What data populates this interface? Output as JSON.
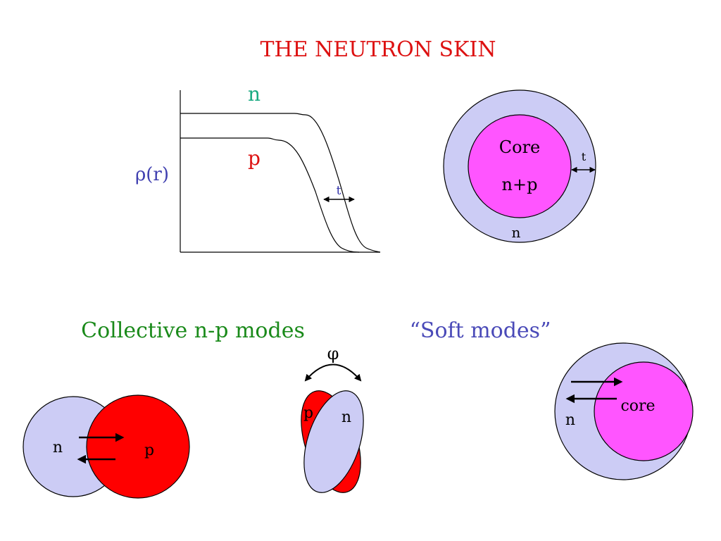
{
  "title": "THE NEUTRON SKIN",
  "density_plot": {
    "ylabel": "ρ(r)",
    "neutron_label": "n",
    "proton_label": "p",
    "skin_label": "t"
  },
  "nucleus": {
    "core_label": "Core",
    "core_composition": "n+p",
    "skin_label": "t",
    "outer_label": "n"
  },
  "collective": {
    "heading": "Collective n-p modes",
    "dipole_neutron": "n",
    "dipole_proton": "p",
    "scissors_angle": "φ",
    "scissors_proton": "p",
    "scissors_neutron": "n"
  },
  "soft": {
    "heading": "“Soft modes”",
    "core_label": "core",
    "skin_label": "n"
  },
  "colors": {
    "title": "#dd1111",
    "neutron": "#1aaa82",
    "proton": "#dd1111",
    "ylabel": "#4040b0",
    "skin_t": "#3333aa",
    "collective": "#1a8a1a",
    "soft": "#4a4ab8",
    "neutron_fill": "#ccccf5",
    "core_fill": "#ff55ff",
    "proton_fill": "#ff0000"
  }
}
